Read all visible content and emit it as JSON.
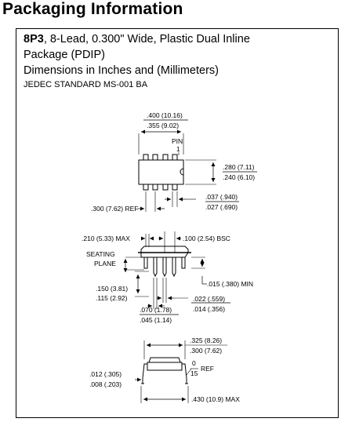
{
  "page": {
    "heading": "Packaging Information",
    "package_code": "8P3",
    "package_title_rest": ", 8-Lead, 0.300\" Wide, Plastic Dual Inline",
    "package_title_line2": "Package (PDIP)",
    "dimensions_note": "Dimensions in Inches and (Millimeters)",
    "jedec": "JEDEC STANDARD MS-001 BA"
  },
  "top_view": {
    "width_max": ".400 (10.16)",
    "width_min": ".355 (9.02)",
    "pin_label": "PIN",
    "pin_number": "1",
    "height_max": ".280 (7.11)",
    "height_min": ".240 (6.10)",
    "lead_width_max": ".037 (.940)",
    "lead_width_min": ".027 (.690)",
    "row_spacing": ".300 (7.62) REF"
  },
  "side_view": {
    "max_height": ".210 (5.33) MAX",
    "pitch": ".100 (2.54) BSC",
    "seating_label_1": "SEATING",
    "seating_label_2": "PLANE",
    "standoff": ".015 (.380) MIN",
    "lead_length_max": ".150 (3.81)",
    "lead_length_min": ".115 (2.92)",
    "shoulder_max": ".070 (1.78)",
    "shoulder_min": ".045 (1.14)",
    "tip_max": ".022 (.559)",
    "tip_min": ".014 (.356)"
  },
  "end_view": {
    "width_max": ".325 (8.26)",
    "width_min": ".300 (7.62)",
    "angle_top": "0",
    "angle_bottom": "15",
    "angle_ref": "REF",
    "thickness_max": ".012 (.305)",
    "thickness_min": ".008 (.203)",
    "lead_span": ".430 (10.9) MAX"
  }
}
